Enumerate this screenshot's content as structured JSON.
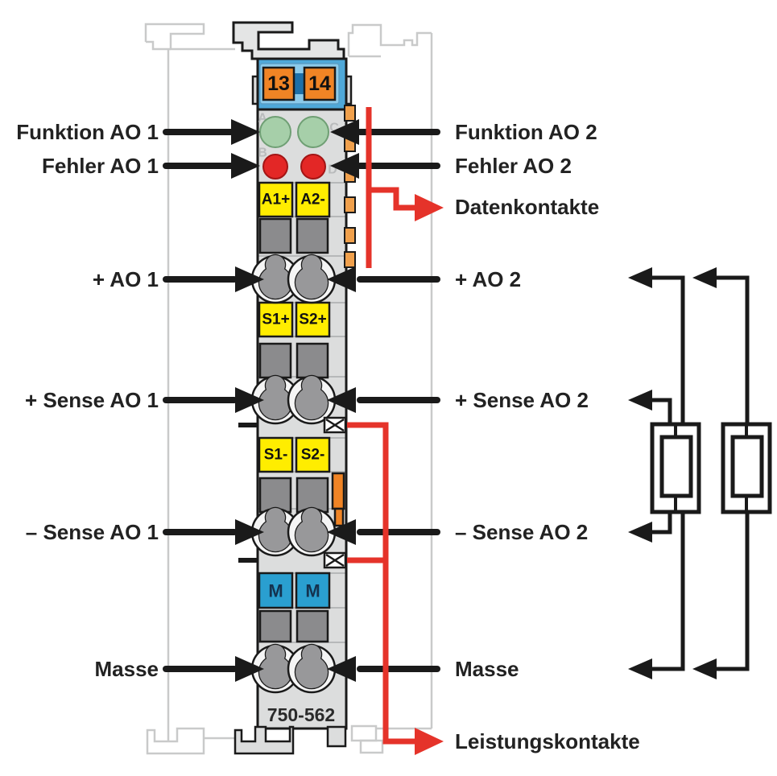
{
  "part_number": "750-562",
  "left_labels": [
    "Funktion AO 1",
    "Fehler AO 1",
    "+ AO 1",
    "+ Sense AO 1",
    "– Sense AO 1",
    "Masse"
  ],
  "right_labels": [
    "Funktion AO 2",
    "Fehler AO 2",
    "Datenkontakte",
    "+ AO 2",
    "+ Sense AO 2",
    "– Sense AO 2",
    "Masse",
    "Leistungskontakte"
  ],
  "terminals": {
    "power_jumper": [
      "13",
      "14"
    ],
    "output": [
      "A1+",
      "A2-"
    ],
    "sense_plus": [
      "S1+",
      "S2+"
    ],
    "sense_minus": [
      "S1-",
      "S2-"
    ],
    "ground": [
      "M",
      "M"
    ]
  },
  "led_letters": [
    "A",
    "B",
    "C",
    "D"
  ],
  "colors": {
    "accent_red": "#e5332a",
    "module_blue": "#4fa8d8",
    "terminal_orange": "#f08425",
    "terminal_yellow": "#ffed00",
    "ground_blue": "#2a9fd0",
    "led_green": "#a6cfa9",
    "led_red": "#e32726",
    "body_gray": "#dcdddd"
  }
}
